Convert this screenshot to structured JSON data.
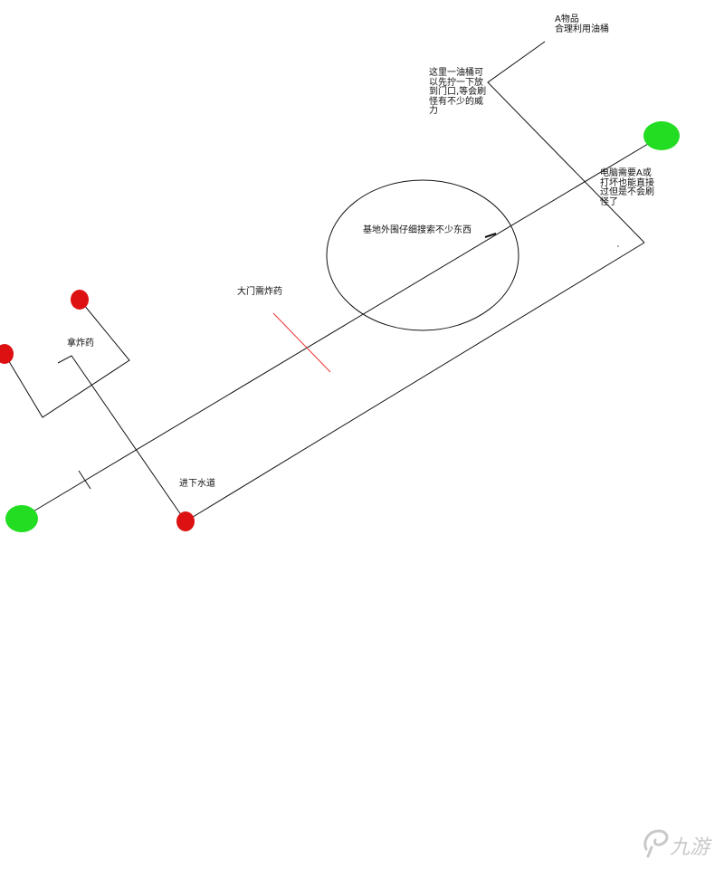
{
  "labels": {
    "item_a": "A物品\n合理利用油桶",
    "oil_barrel": "这里一油桶可以先拧一下放到门口,等会刷怪有不少的威力",
    "computer": "电脑需要A或打坏也能直接过但是不会刷怪了",
    "base_search": "基地外围仔细搜索不少东西",
    "gate": "大门需炸药",
    "get_explosive": "拿炸药",
    "sewer": "进下水道"
  },
  "watermark": {
    "text": "九游",
    "color": "#c9c9c9"
  },
  "colors": {
    "line": "#111111",
    "start_end_node": "#22dd22",
    "node": "#dd1111",
    "gate_marker": "#ee3333"
  }
}
